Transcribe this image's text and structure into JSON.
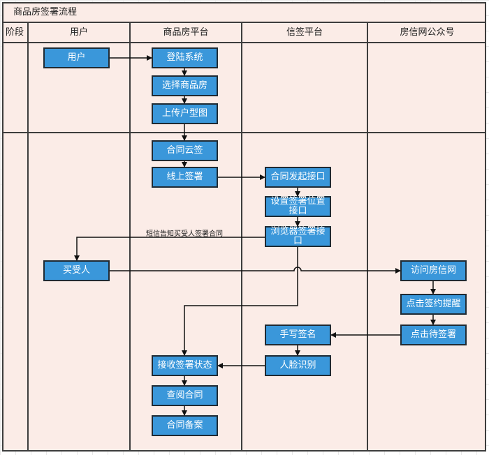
{
  "diagram": {
    "title": "商品房签署流程",
    "columns": {
      "stage": "阶段",
      "user": "用户",
      "platform": "商品房平台",
      "esign": "信签平台",
      "wechat": "房信网公众号"
    },
    "nodes": {
      "user": "用户",
      "login": "登陆系统",
      "select_house": "选择商品房",
      "upload_plan": "上传户型图",
      "contract_cloud_sign": "合同云签",
      "online_sign": "线上签署",
      "contract_init_api": "合同发起接口",
      "set_sign_position_api": "设置签署位置接口",
      "browser_sign_api": "浏览器签署接口",
      "buyer": "买受人",
      "visit_site": "访问房信网",
      "click_reminder": "点击签约提醒",
      "click_pending": "点击待签署",
      "handwrite_sign": "手写签名",
      "face_recognition": "人脸识别",
      "receive_status": "接收签署状态",
      "view_contract": "查阅合同",
      "contract_filing": "合同备案"
    },
    "edge_labels": {
      "sms_notify": "短信告知买受人签署合同"
    },
    "edges": [
      [
        "user",
        "login"
      ],
      [
        "login",
        "select_house"
      ],
      [
        "select_house",
        "upload_plan"
      ],
      [
        "upload_plan",
        "contract_cloud_sign"
      ],
      [
        "contract_cloud_sign",
        "online_sign"
      ],
      [
        "online_sign",
        "contract_init_api"
      ],
      [
        "contract_init_api",
        "set_sign_position_api"
      ],
      [
        "set_sign_position_api",
        "browser_sign_api"
      ],
      [
        "browser_sign_api",
        "buyer",
        "sms_notify"
      ],
      [
        "browser_sign_api",
        "receive_status"
      ],
      [
        "buyer",
        "visit_site"
      ],
      [
        "visit_site",
        "click_reminder"
      ],
      [
        "click_reminder",
        "click_pending"
      ],
      [
        "click_pending",
        "handwrite_sign"
      ],
      [
        "handwrite_sign",
        "face_recognition"
      ],
      [
        "face_recognition",
        "receive_status"
      ],
      [
        "receive_status",
        "view_contract"
      ],
      [
        "view_contract",
        "contract_filing"
      ]
    ]
  }
}
